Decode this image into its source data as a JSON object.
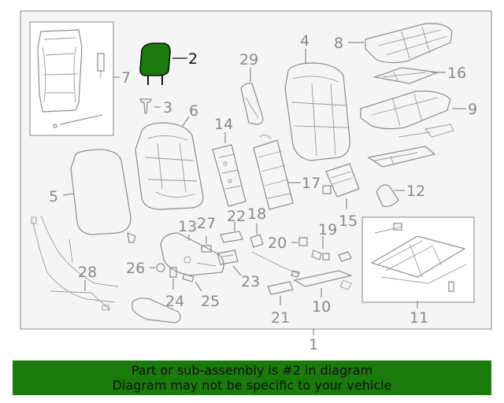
{
  "callouts": {
    "c1": "1",
    "c2": "2",
    "c3": "3",
    "c4": "4",
    "c5": "5",
    "c6": "6",
    "c7": "7",
    "c8": "8",
    "c9": "9",
    "c10": "10",
    "c11": "11",
    "c12": "12",
    "c13": "13",
    "c14": "14",
    "c15": "15",
    "c16": "16",
    "c17": "17",
    "c18": "18",
    "c19": "19",
    "c20": "20",
    "c21": "21",
    "c22": "22",
    "c23": "23",
    "c24": "24",
    "c25": "25",
    "c26": "26",
    "c27": "27",
    "c28": "28",
    "c29": "29"
  },
  "highlight_part": "2",
  "colors": {
    "highlight": "#1a7a0c",
    "banner": "#1a7a0c",
    "line": "#8d8d8d"
  },
  "banner": {
    "line1": "Part or sub-assembly is #2 in diagram",
    "line2": "Diagram may not be specific to your vehicle"
  }
}
